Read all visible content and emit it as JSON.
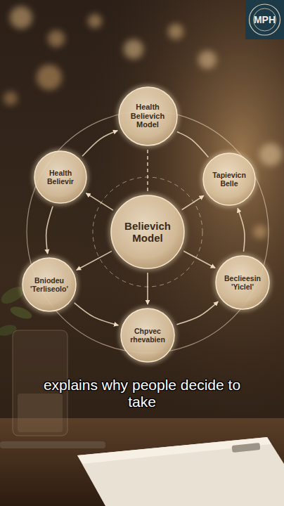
{
  "diagram": {
    "caption": "explains why people decide to take",
    "nodes": [
      {
        "text": [
          "Health Believich Model"
        ]
      },
      {
        "text": [
          "Health Believir"
        ]
      },
      {
        "text": [
          "Tapievicn Belle"
        ]
      },
      {
        "text": [
          "Believich Model"
        ]
      },
      {
        "text": [
          "Bniodeu 'Terliseolo'"
        ]
      },
      {
        "text": [
          "Beclieesin 'Yiclel'"
        ]
      },
      {
        "text": [
          "Chpvec rhevabien"
        ]
      }
    ],
    "edges": [
      {
        "from": 1,
        "to": 0,
        "arrow": "to"
      },
      {
        "from": 0,
        "to": 2,
        "arrow": "none"
      },
      {
        "from": 5,
        "to": 2,
        "arrow": "to"
      },
      {
        "from": 6,
        "to": 5,
        "arrow": "to"
      },
      {
        "from": 4,
        "to": 6,
        "arrow": "to"
      },
      {
        "from": 1,
        "to": 4,
        "arrow": "to"
      },
      {
        "from": 3,
        "to": 0,
        "arrow": "none"
      },
      {
        "from": 3,
        "to": 1,
        "arrow": "to"
      },
      {
        "from": 3,
        "to": 2,
        "arrow": "to"
      },
      {
        "from": 3,
        "to": 4,
        "arrow": "to"
      },
      {
        "from": 3,
        "to": 5,
        "arrow": "to"
      },
      {
        "from": 3,
        "to": 6,
        "arrow": "to"
      }
    ],
    "labels": [
      "MPH"
    ]
  }
}
